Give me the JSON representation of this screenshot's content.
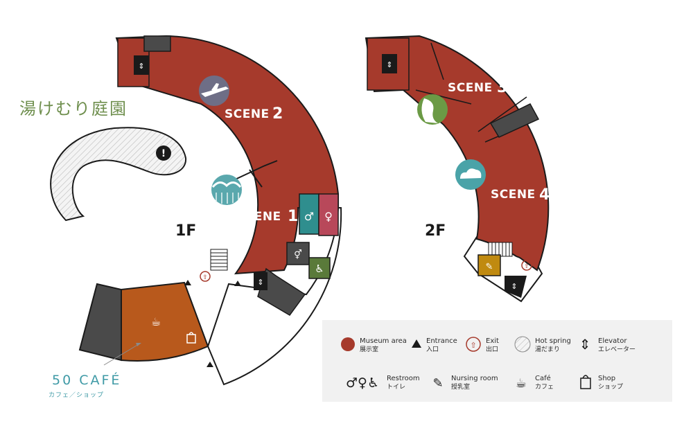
{
  "map": {
    "garden_label": "湯けむり庭園",
    "floors": [
      {
        "label": "1F",
        "scenes": [
          {
            "prefix": "SCENE",
            "number": "2"
          },
          {
            "prefix": "SCENE",
            "number": "1"
          }
        ]
      },
      {
        "label": "2F",
        "scenes": [
          {
            "prefix": "SCENE",
            "number": "3"
          },
          {
            "prefix": "SCENE",
            "number": "4"
          }
        ]
      }
    ],
    "cafe": {
      "title": "50 CAFÉ",
      "subtitle": "カフェ／ショップ"
    }
  },
  "legend": {
    "items": [
      {
        "icon": "museum-area-icon",
        "label": "Museum area",
        "sub": "展示室"
      },
      {
        "icon": "entrance-icon",
        "label": "Entrance",
        "sub": "入口"
      },
      {
        "icon": "exit-icon",
        "label": "Exit",
        "sub": "出口"
      },
      {
        "icon": "hot-spring-icon",
        "label": "Hot spring",
        "sub": "湯だまり"
      },
      {
        "icon": "elevator-icon",
        "label": "Elevator",
        "sub": "エレベーター"
      },
      {
        "icon": "restroom-icon",
        "label": "Restroom",
        "sub": "トイレ"
      },
      {
        "icon": "nursing-room-icon",
        "label": "Nursing room",
        "sub": "授乳室"
      },
      {
        "icon": "cafe-icon",
        "label": "Café",
        "sub": "カフェ"
      },
      {
        "icon": "shop-icon",
        "label": "Shop",
        "sub": "ショップ"
      }
    ]
  },
  "colors": {
    "museum": "#a63a2c",
    "dark_room": "#4a4a4a",
    "cafe": "#b8591c",
    "restroom_male": "#2f8e8e",
    "restroom_female": "#b8485a",
    "accessible": "#5a7a3a",
    "nursing": "#c08a10",
    "outline": "#1a1a1a",
    "legend_bg": "#f1f1f1"
  }
}
